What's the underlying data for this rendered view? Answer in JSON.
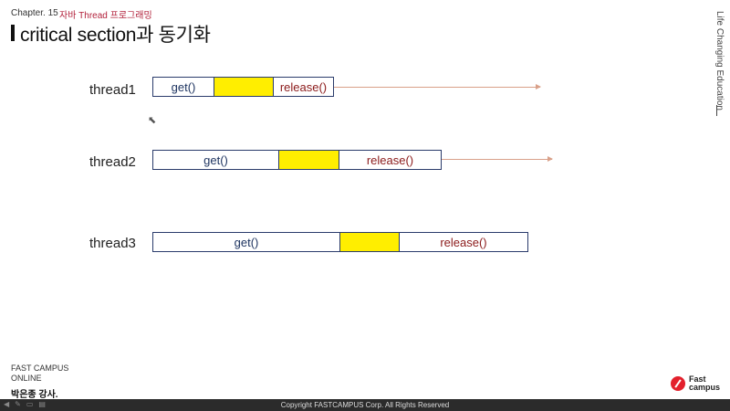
{
  "header": {
    "chapter": "Chapter. 15",
    "chapter_sub": "자바 Thread 프로그래밍",
    "title": "critical section과 동기화"
  },
  "side_text": "Life Changing Education",
  "threads": [
    {
      "label": "thread1",
      "get": "get()",
      "release": "release()"
    },
    {
      "label": "thread2",
      "get": "get()",
      "release": "release()"
    },
    {
      "label": "thread3",
      "get": "get()",
      "release": "release()"
    }
  ],
  "footer": {
    "org_line1": "FAST CAMPUS",
    "org_line2": "ONLINE",
    "instructor": "박은종 강사.",
    "logo_line1": "Fast",
    "logo_line2": "campus",
    "copyright": "Copyright  FASTCAMPUS  Corp.  All  Rights  Reserved"
  },
  "colors": {
    "critical": "#ffee00",
    "accent": "#b2213b",
    "arrow": "#d9a089",
    "box_border": "#2a3b6b"
  }
}
